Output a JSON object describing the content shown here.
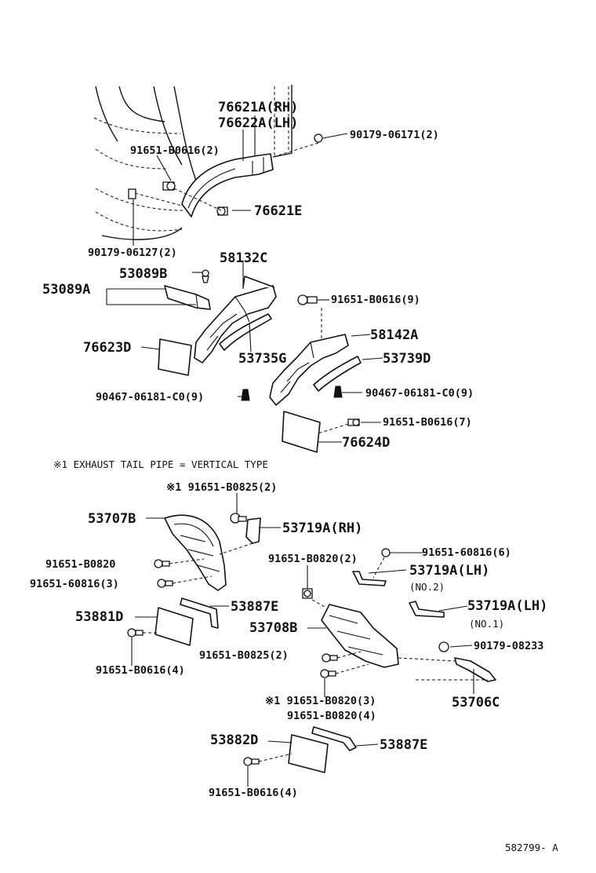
{
  "figure_id": "582799- A",
  "labels": {
    "p76621A": "76621A(RH)",
    "p76622A": "76622A(LH)",
    "p90179_06171": "90179-06171(2)",
    "p91651_B0616_2": "91651-B0616(2)",
    "p76621E": "76621E",
    "p90179_06127": "90179-06127(2)",
    "p58132C": "58132C",
    "p53089B": "53089B",
    "p53089A": "53089A",
    "p91651_B0616_9": "91651-B0616(9)",
    "p76623D": "76623D",
    "p58142A": "58142A",
    "p53735G": "53735G",
    "p53739D": "53739D",
    "p90467_left": "90467-06181-C0(9)",
    "p90467_right": "90467-06181-C0(9)",
    "p91651_B0616_7": "91651-B0616(7)",
    "p76624D": "76624D",
    "note_exhaust": "※1 EXHAUST TAIL PIPE = VERTICAL TYPE",
    "p91651_B0825_2_top": "※1  91651-B0825(2)",
    "p53707B": "53707B",
    "p53719A_RH": "53719A(RH)",
    "p91651_60816_6": "91651-60816(6)",
    "p91651_B0820_2": "91651-B0820(2)",
    "p91651_B0820_left": "91651-B0820",
    "p53719A_LH_1": "53719A(LH)",
    "p_no2": "(NO.2)",
    "p91651_60816_3": "91651-60816(3)",
    "p53881D": "53881D",
    "p53887E_top": "53887E",
    "p53719A_LH_2": "53719A(LH)",
    "p_no1": "(NO.1)",
    "p53708B": "53708B",
    "p90179_08233": "90179-08233",
    "p91651_B0825_2_mid": "91651-B0825(2)",
    "p91651_B0616_4_left": "91651-B0616(4)",
    "p91651_B0820_3": "※1 91651-B0820(3)",
    "p91651_B0820_4": "91651-B0820(4)",
    "p53706C": "53706C",
    "p53882D": "53882D",
    "p53887E_bottom": "53887E",
    "p91651_B0616_4_bottom": "91651-B0616(4)"
  }
}
